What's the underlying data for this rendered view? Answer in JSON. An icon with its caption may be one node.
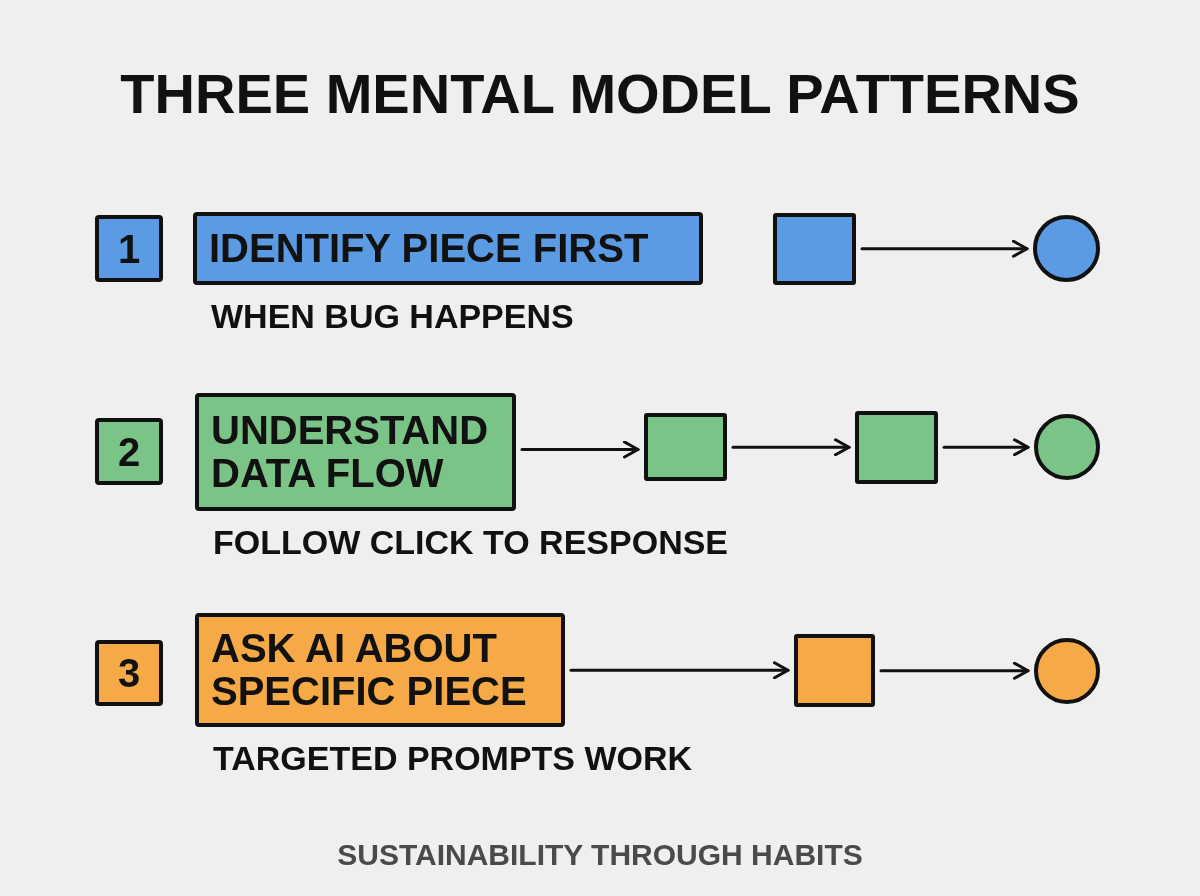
{
  "diagram": {
    "title": "THREE MENTAL MODEL PATTERNS",
    "caption": "SUSTAINABILITY THROUGH HABITS",
    "nodes": [
      {
        "text": [
          "1"
        ]
      },
      {
        "text": [
          "IDENTIFY PIECE FIRST"
        ],
        "beside": [
          "WHEN BUG HAPPENS"
        ]
      },
      {
        "text": [],
        "shape": "box"
      },
      {
        "text": [],
        "shape": "circle"
      },
      {
        "text": [
          "2"
        ]
      },
      {
        "text": [
          "UNDERSTAND DATA FLOW"
        ],
        "beside": [
          "FOLLOW CLICK TO RESPONSE"
        ]
      },
      {
        "text": [],
        "shape": "box"
      },
      {
        "text": [],
        "shape": "box"
      },
      {
        "text": [],
        "shape": "circle"
      },
      {
        "text": [
          "3"
        ]
      },
      {
        "text": [
          "ASK AI ABOUT SPECIFIC PIECE"
        ],
        "beside": [
          "TARGETED PROMPTS WORK"
        ]
      },
      {
        "text": [],
        "shape": "box"
      },
      {
        "text": [],
        "shape": "circle"
      }
    ],
    "edges": [
      {
        "from": 2,
        "to": 3,
        "arrow": "to"
      },
      {
        "from": 5,
        "to": 6,
        "arrow": "to"
      },
      {
        "from": 6,
        "to": 7,
        "arrow": "to"
      },
      {
        "from": 7,
        "to": 8,
        "arrow": "to"
      },
      {
        "from": 10,
        "to": 11,
        "arrow": "to"
      },
      {
        "from": 11,
        "to": 12,
        "arrow": "to"
      }
    ]
  }
}
